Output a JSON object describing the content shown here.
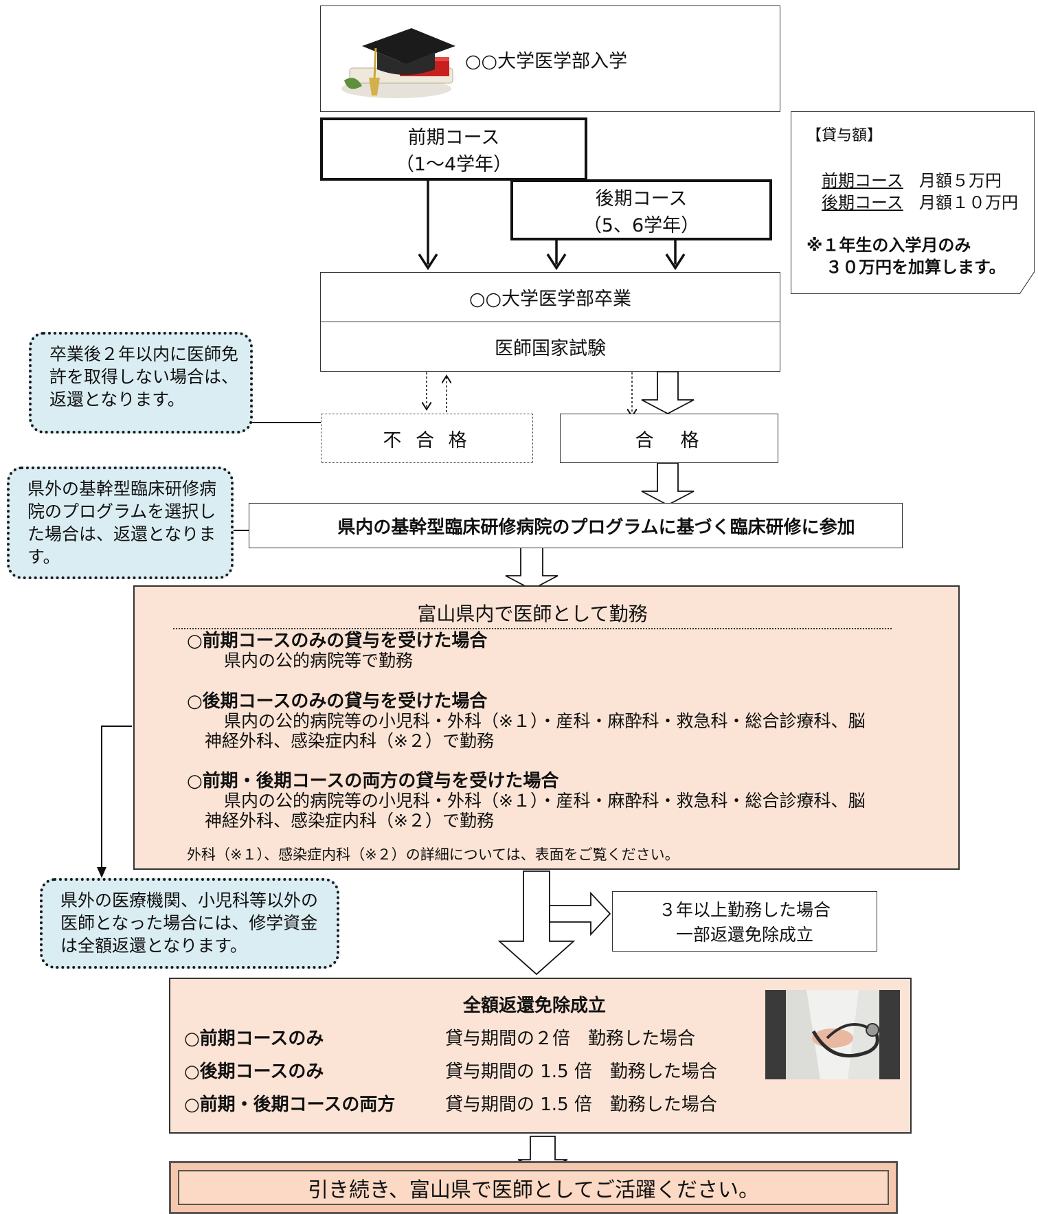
{
  "admission": {
    "label": "○○大学医学部入学"
  },
  "course_first": {
    "line1": "前期コース",
    "line2": "（1～4学年）"
  },
  "course_second": {
    "line1": "後期コース",
    "line2": "（5、6学年）"
  },
  "loan_note": {
    "heading": "【貸与額】",
    "rows": [
      {
        "course": "前期コース",
        "amount": "月額５万円"
      },
      {
        "course": "後期コース",
        "amount": "月額１０万円"
      }
    ],
    "extra_line1": "※１年生の入学月のみ",
    "extra_line2": "３０万円を加算します。"
  },
  "graduation": {
    "label": "○○大学医学部卒業"
  },
  "exam": {
    "label": "医師国家試験"
  },
  "fail": {
    "label": "不 合 格"
  },
  "pass": {
    "label": "合　格"
  },
  "note_fail": {
    "text": "卒業後２年以内に医師免許を取得しない場合は、返還となります。"
  },
  "note_outside_program": {
    "text": "県外の基幹型臨床研修病院のプログラムを選択した場合は、返還となります。"
  },
  "training": {
    "label": "県内の基幹型臨床研修病院のプログラムに基づく臨床研修に参加"
  },
  "work": {
    "title": "富山県内で医師として勤務",
    "case1_heading": "○前期コースのみの貸与を受けた場合",
    "case1_body": "県内の公的病院等で勤務",
    "case2_heading": "○後期コースのみの貸与を受けた場合",
    "case2_body1": "県内の公的病院等の小児科・外科（※１）・産科・麻酔科・救急科・総合診療科、脳",
    "case2_body2": "神経外科、感染症内科（※２）で勤務",
    "case3_heading": "○前期・後期コースの両方の貸与を受けた場合",
    "case3_body1": "県内の公的病院等の小児科・外科（※１）・産科・麻酔科・救急科・総合診療科、脳",
    "case3_body2": "神経外科、感染症内科（※２）で勤務",
    "footnote": "外科（※１）、感染症内科（※２）の詳細については、表面をご覧ください。"
  },
  "note_outside_work": {
    "text": "県外の医療機関、小児科等以外の医師となった場合には、修学資金は全額返還となります。"
  },
  "partial": {
    "line1": "３年以上勤務した場合",
    "line2": "一部返還免除成立"
  },
  "full_exemption": {
    "title": "全額返還免除成立",
    "rows": [
      {
        "course": "○前期コースのみ",
        "condition": "貸与期間の２倍　勤務した場合"
      },
      {
        "course": "○後期コースのみ",
        "condition": "貸与期間の 1.5 倍　勤務した場合"
      },
      {
        "course": "○前期・後期コースの両方",
        "condition": "貸与期間の 1.5 倍　勤務した場合"
      }
    ]
  },
  "final": {
    "label": "引き続き、富山県で医師としてご活躍ください。"
  },
  "colors": {
    "note_bg": "#daedf3",
    "peach_bg": "#fbe4d5",
    "final_bg": "#fcd9c4"
  },
  "icons": {
    "graduation": "graduation-cap-icon",
    "doctor": "doctor-stethoscope-icon"
  }
}
